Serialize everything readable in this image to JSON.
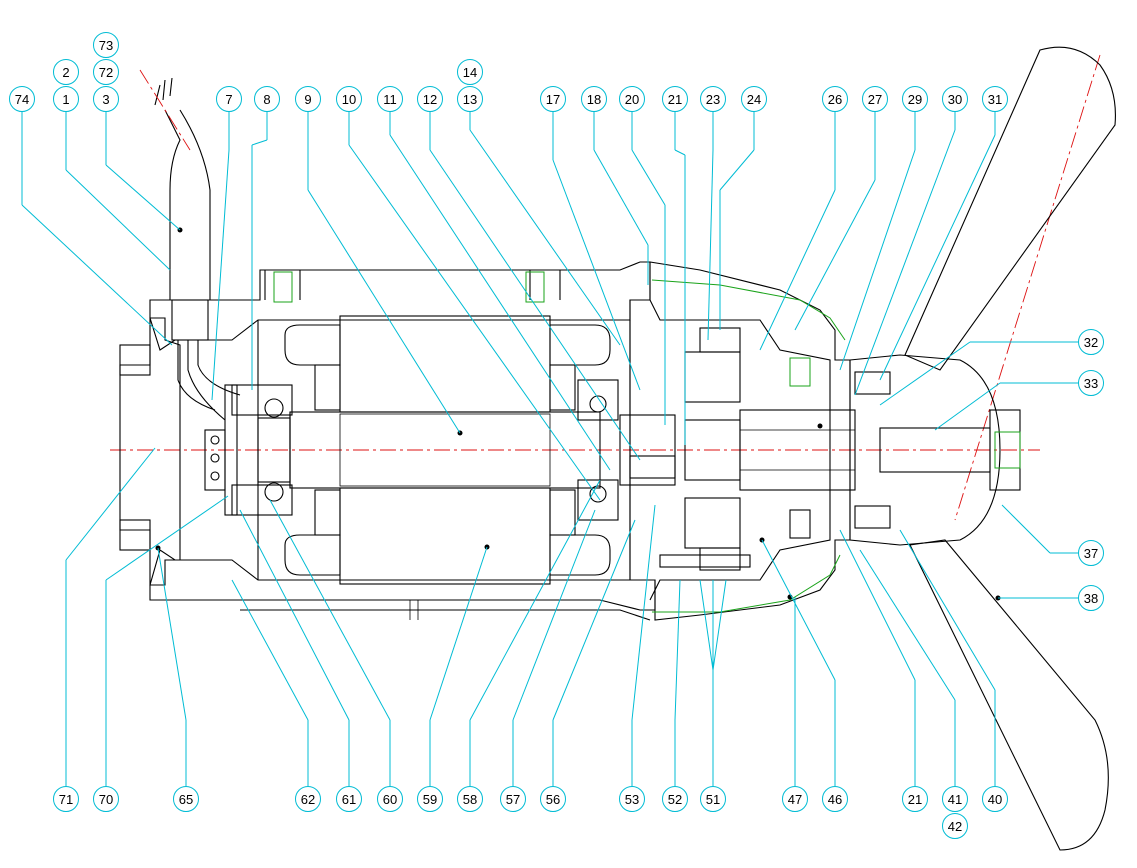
{
  "top_labels": [
    "74",
    "1",
    "2",
    "3",
    "72",
    "73",
    "7",
    "8",
    "9",
    "10",
    "11",
    "12",
    "13",
    "14",
    "17",
    "18",
    "20",
    "21",
    "23",
    "24",
    "26",
    "27",
    "29",
    "30",
    "31"
  ],
  "right_labels": [
    "32",
    "33",
    "37",
    "38"
  ],
  "bottom_labels": [
    "71",
    "70",
    "65",
    "62",
    "61",
    "60",
    "59",
    "58",
    "57",
    "56",
    "53",
    "52",
    "51",
    "47",
    "46",
    "21",
    "41",
    "42",
    "40"
  ],
  "colors": {
    "callout": "#00bcd4",
    "outline": "#000000",
    "hatch": "#00bcd4",
    "centerline": "#d11111",
    "wire": "#1aa31a"
  },
  "icons": [
    "callout-bubble",
    "section-hatch",
    "propeller-blade",
    "cable-gland",
    "bearing",
    "gear"
  ]
}
